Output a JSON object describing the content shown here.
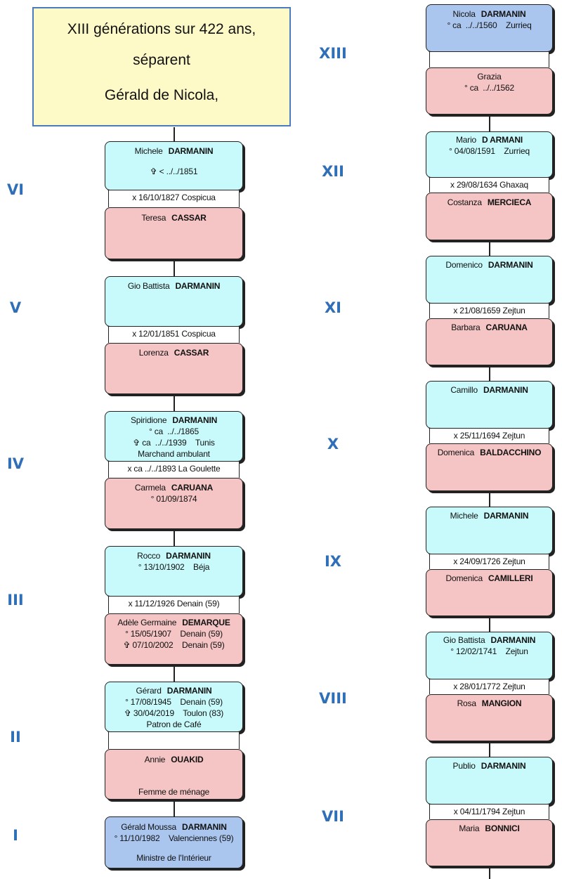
{
  "title": {
    "line1": "XIII générations sur 422 ans,",
    "line2": "séparent",
    "line3": "Gérald de Nicola,"
  },
  "generations": {
    "I": "I",
    "II": "II",
    "III": "III",
    "IV": "IV",
    "V": "V",
    "VI": "VI",
    "VII": "VII",
    "VIII": "VIII",
    "IX": "IX",
    "X": "X",
    "XI": "XI",
    "XII": "XII",
    "XIII": "XIII"
  },
  "left_column": {
    "vi": {
      "husband": {
        "given": "Michele",
        "surname": "DARMANIN",
        "death": "✞ < ../../1851"
      },
      "marriage": "x 16/10/1827    Cospicua",
      "wife": {
        "given": "Teresa",
        "surname": "CASSAR"
      }
    },
    "v": {
      "husband": {
        "given": "Gio Battista",
        "surname": "DARMANIN"
      },
      "marriage": "x 12/01/1851    Cospicua",
      "wife": {
        "given": "Lorenza",
        "surname": "CASSAR"
      }
    },
    "iv": {
      "husband": {
        "given": "Spiridione",
        "surname": "DARMANIN",
        "birth": "° ca  ../../1865",
        "death": "✞ ca  ../../1939    Tunis",
        "job": "Marchand ambulant"
      },
      "marriage": "x ca  ../../1893    La Goulette",
      "wife": {
        "given": "Carmela",
        "surname": "CARUANA",
        "birth": "° 01/09/1874"
      }
    },
    "iii": {
      "husband": {
        "given": "Rocco",
        "surname": "DARMANIN",
        "birth": "° 13/10/1902    Béja"
      },
      "marriage": "x 11/12/1926    Denain (59)",
      "wife": {
        "given": "Adèle Germaine",
        "surname": "DEMARQUE",
        "birth": "° 15/05/1907    Denain (59)",
        "death": "✞ 07/10/2002    Denain (59)"
      }
    },
    "ii": {
      "husband": {
        "given": "Gérard",
        "surname": "DARMANIN",
        "birth": "° 17/08/1945    Denain (59)",
        "death": "✞ 30/04/2019    Toulon (83)",
        "job": "Patron de Café"
      },
      "marriage": "",
      "wife": {
        "given": "Annie",
        "surname": "OUAKID",
        "job": "Femme de ménage"
      }
    },
    "i": {
      "person": {
        "given": "Gérald Moussa",
        "surname": "DARMANIN",
        "birth": "° 11/10/1982    Valenciennes (59)",
        "job": "Ministre de l'Intérieur"
      }
    }
  },
  "right_column": {
    "xiii": {
      "husband": {
        "given": "Nicola",
        "surname": "DARMANIN",
        "birth": "° ca  ../../1560    Zurrieq"
      },
      "marriage": "",
      "wife": {
        "given": "Grazia",
        "birth": "° ca  ../../1562"
      }
    },
    "xii": {
      "husband": {
        "given": "Mario",
        "surname": "D ARMANI",
        "birth": "° 04/08/1591    Zurrieq"
      },
      "marriage": "x 29/08/1634    Ghaxaq",
      "wife": {
        "given": "Costanza",
        "surname": "MERCIECA"
      }
    },
    "xi": {
      "husband": {
        "given": "Domenico",
        "surname": "DARMANIN"
      },
      "marriage": "x 21/08/1659    Zejtun",
      "wife": {
        "given": "Barbara",
        "surname": "CARUANA"
      }
    },
    "x": {
      "husband": {
        "given": "Camillo",
        "surname": "DARMANIN"
      },
      "marriage": "x 25/11/1694    Zejtun",
      "wife": {
        "given": "Domenica",
        "surname": "BALDACCHINO"
      }
    },
    "ix": {
      "husband": {
        "given": "Michele",
        "surname": "DARMANIN"
      },
      "marriage": "x 24/09/1726    Zejtun",
      "wife": {
        "given": "Domenica",
        "surname": "CAMILLERI"
      }
    },
    "viii": {
      "husband": {
        "given": "Gio Battista",
        "surname": "DARMANIN",
        "birth": "° 12/02/1741    Zejtun"
      },
      "marriage": "x 28/01/1772    Zejtun",
      "wife": {
        "given": "Rosa",
        "surname": "MANGION"
      }
    },
    "vii": {
      "husband": {
        "given": "Publio",
        "surname": "DARMANIN"
      },
      "marriage": "x 04/11/1794    Zejtun",
      "wife": {
        "given": "Maria",
        "surname": "BONNICI"
      }
    }
  }
}
